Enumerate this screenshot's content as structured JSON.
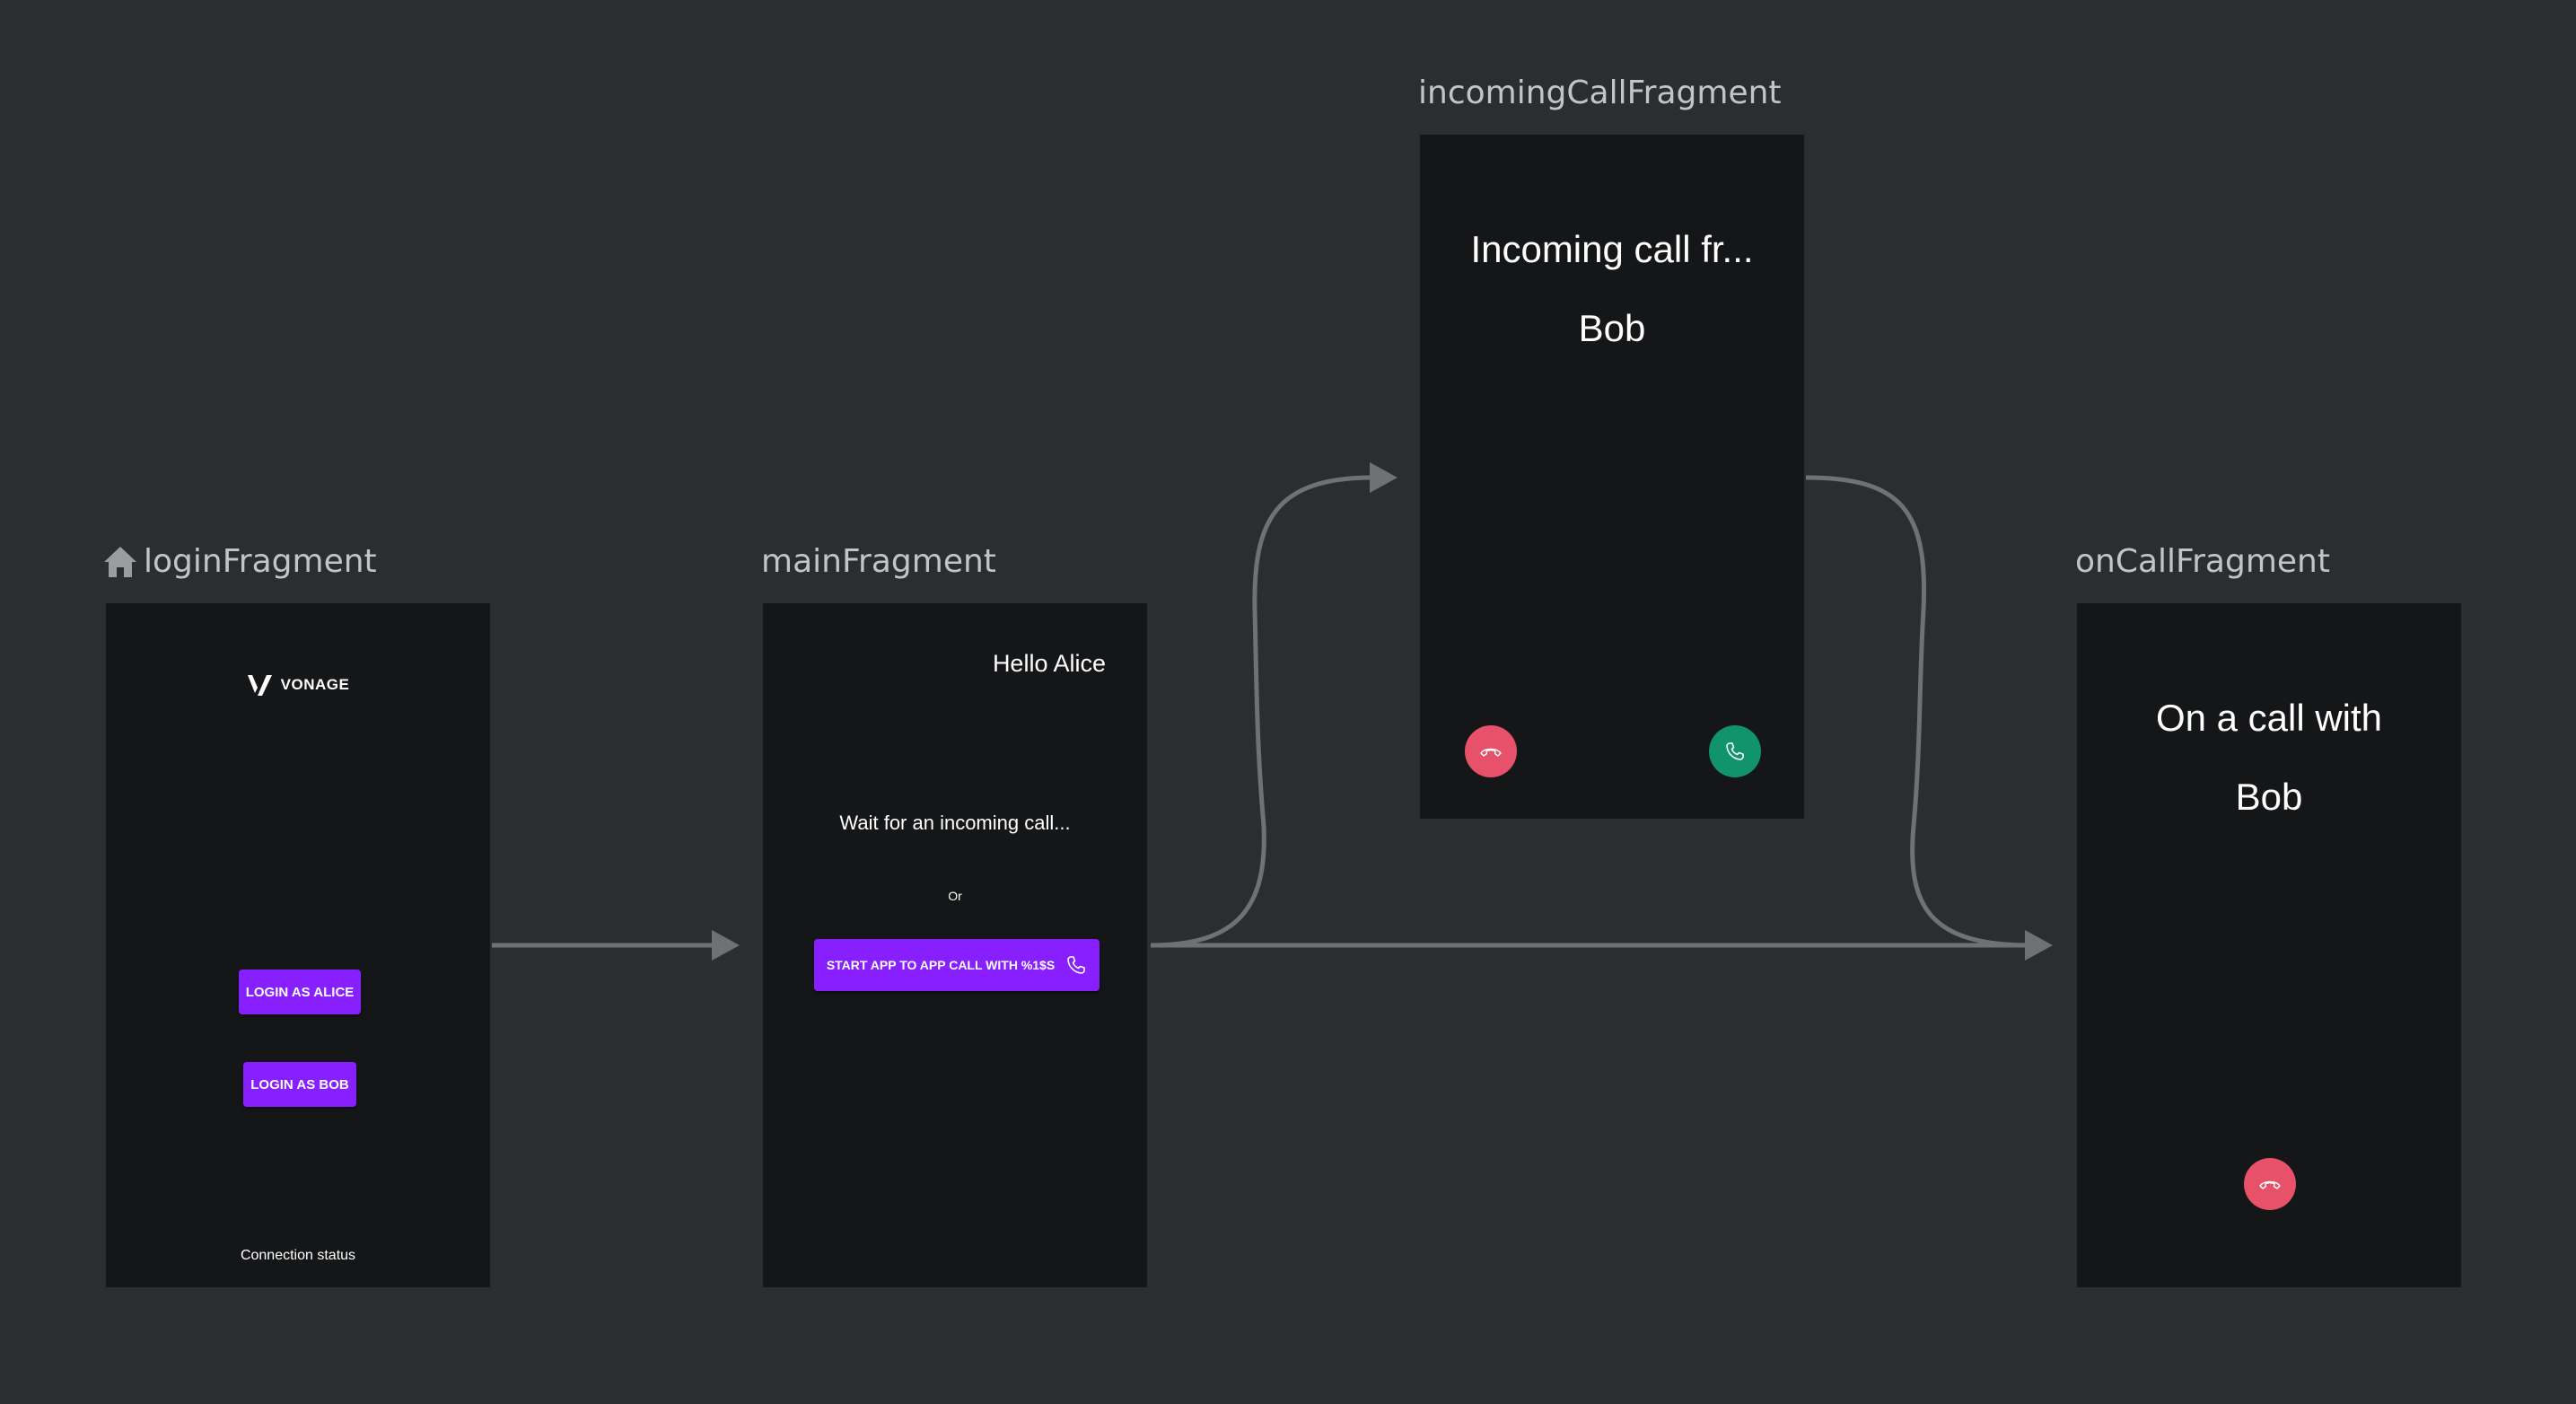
{
  "fragments": {
    "login": {
      "title": "loginFragment",
      "logo_text": "VONAGE",
      "login_alice": "LOGIN AS ALICE",
      "login_bob": "LOGIN AS BOB",
      "status": "Connection status"
    },
    "main": {
      "title": "mainFragment",
      "greeting": "Hello Alice",
      "wait_text": "Wait for an incoming call...",
      "or_text": "Or",
      "start_call": "START APP TO APP CALL WITH %1$S"
    },
    "incoming": {
      "title": "incomingCallFragment",
      "heading": "Incoming call fr...",
      "caller": "Bob"
    },
    "oncall": {
      "title": "onCallFragment",
      "heading": "On a call with",
      "callee": "Bob"
    }
  },
  "icons": {
    "start_destination": "home-icon",
    "decline": "phone-hangup-icon",
    "accept": "phone-icon",
    "call_button": "phone-icon"
  },
  "colors": {
    "canvas": "#2b2e31",
    "screen": "#151618",
    "primary_button": "#871fff",
    "decline": "#e8516a",
    "accept": "#11946c",
    "connector": "#6f7173"
  }
}
